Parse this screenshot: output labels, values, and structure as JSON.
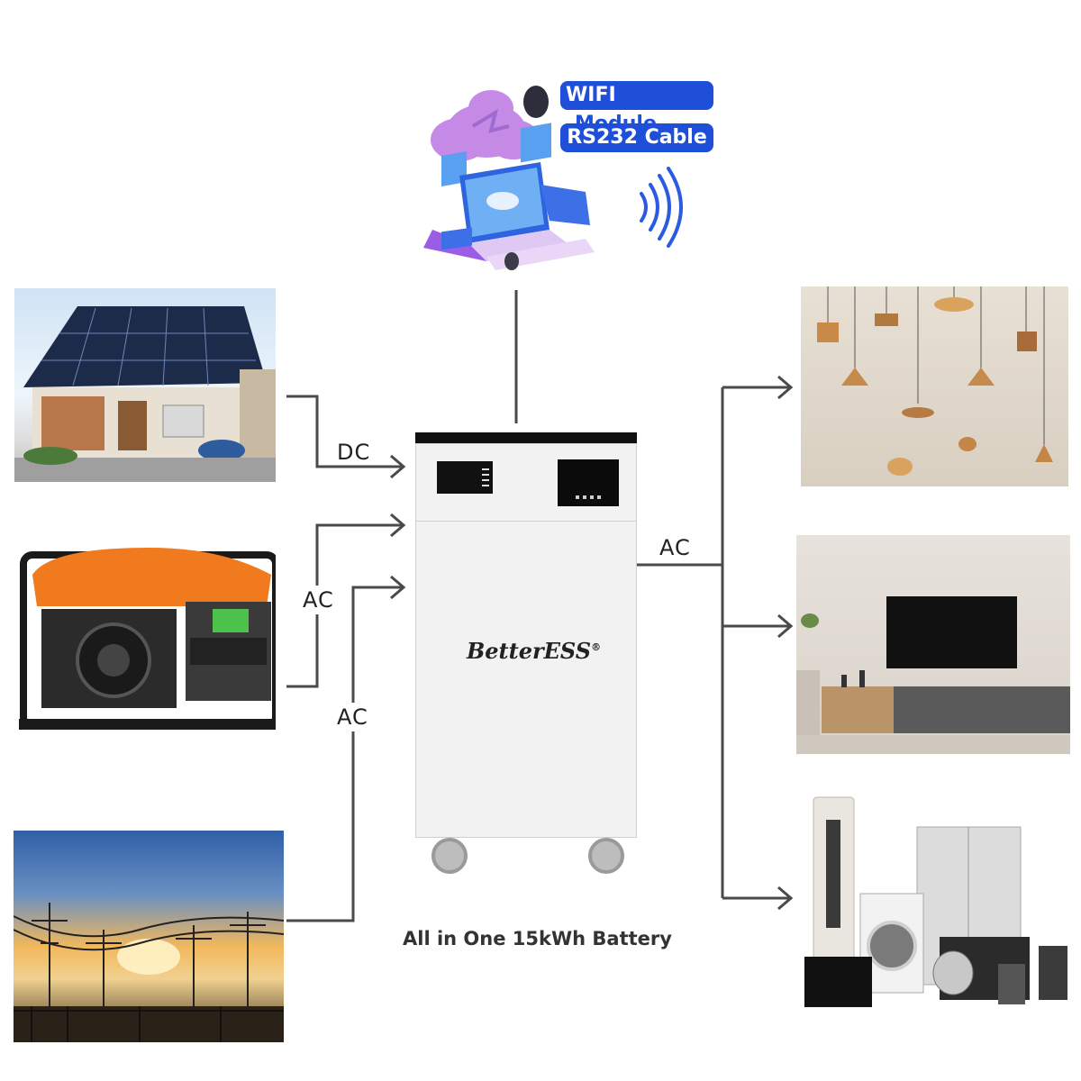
{
  "badges": {
    "wifi_main": "WIFI",
    "wifi_sub": "Module",
    "rs232": "RS232 Cable"
  },
  "links": {
    "dc": "DC",
    "ac_generator": "AC",
    "ac_grid": "AC",
    "ac_output": "AC"
  },
  "battery": {
    "brand": "BetterESS",
    "registered": "®",
    "caption": "All in One 15kWh Battery"
  },
  "colors": {
    "badge_blue": "#1f4fd8",
    "connector": "#4a4a4a",
    "cabinet": "#f2f2f2"
  }
}
